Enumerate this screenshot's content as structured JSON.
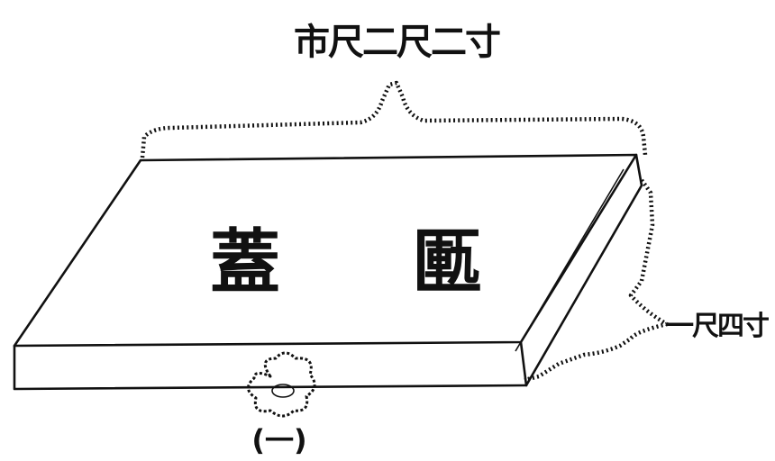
{
  "labels": {
    "width_dimension": "市尺二尺二寸",
    "depth_dimension": "一尺四寸",
    "lid_left_char": "蓋",
    "lid_right_char": "匭",
    "figure_number": "(一)"
  }
}
